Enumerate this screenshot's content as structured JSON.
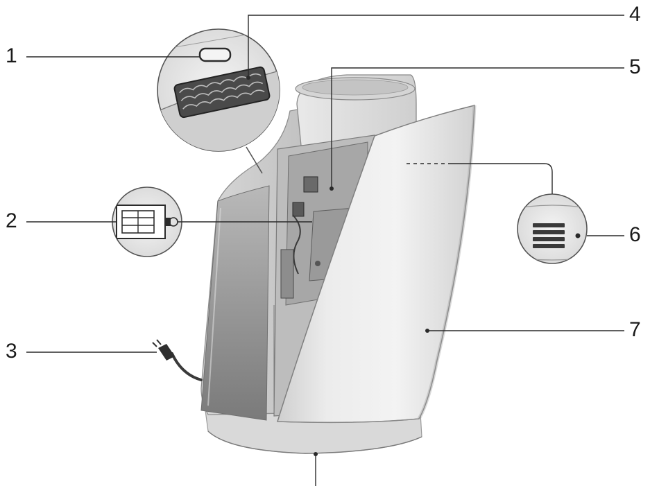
{
  "callouts": [
    {
      "id": "1",
      "label": "1"
    },
    {
      "id": "2",
      "label": "2"
    },
    {
      "id": "3",
      "label": "3"
    },
    {
      "id": "4",
      "label": "4"
    },
    {
      "id": "5",
      "label": "5"
    },
    {
      "id": "6",
      "label": "6"
    },
    {
      "id": "7",
      "label": "7"
    }
  ],
  "colors": {
    "line": "#2a2a2a",
    "body_light": "#e6e6e6",
    "body_mid": "#c9c9c9",
    "body_dark": "#8a8a8a",
    "body_darkest": "#6a6a6a"
  }
}
